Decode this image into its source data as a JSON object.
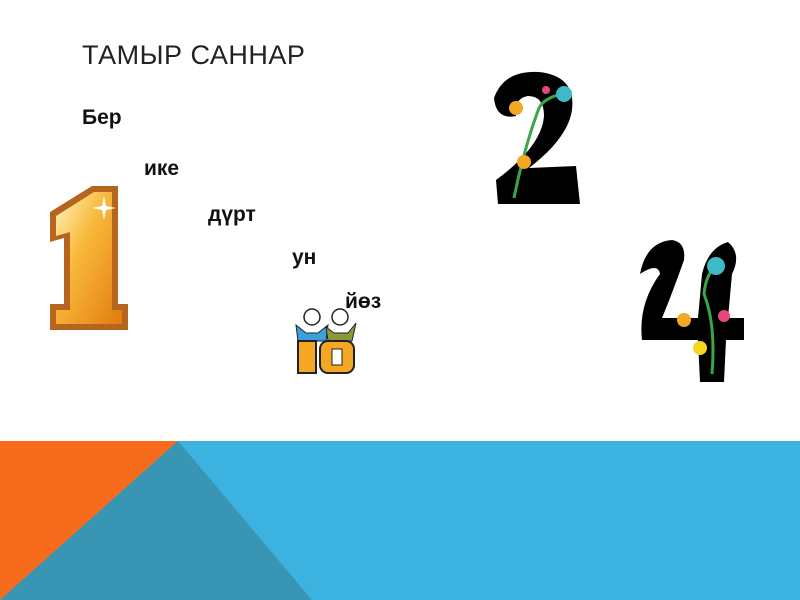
{
  "slide": {
    "title": "ТАМЫР САННАР",
    "words": [
      "Бер",
      "ике",
      "дүрт",
      "ун",
      "йөз"
    ],
    "images": {
      "one": "1",
      "two": "2",
      "four": "4",
      "ten": "10"
    }
  },
  "colors": {
    "orange": "#f76b1c",
    "teal_dark": "#3895b3",
    "blue": "#3bb2e0"
  }
}
